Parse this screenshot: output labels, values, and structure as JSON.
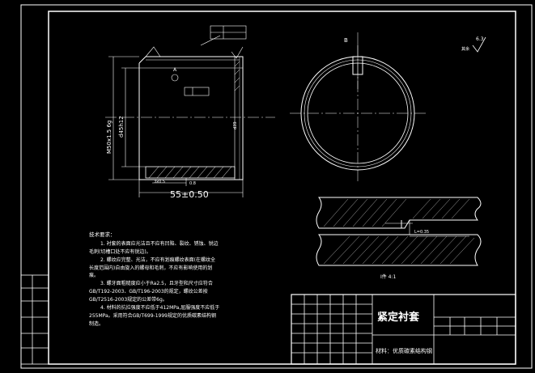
{
  "sheet": {
    "title": "紧定衬套",
    "material": "材料：优质碳素结构钢"
  },
  "tech_requirements": {
    "heading": "技术要求：",
    "lines": [
      "1. 衬套的表面应光洁且不应有凹陷、裂纹、锈蚀、锐边",
      "毛刺(切槽口处不应有锐边)。",
      "2. 螺纹应完整、光洁，不应有划痕螺纹表面(在螺纹全",
      "长度范围内)自由旋入的螺母和毛刺，不应有影响使用的划",
      "痕。",
      "3. 螺牙面粗糙度应小于Ra2.5，且牙型和尺寸应符合",
      "GB/T192-2003、GB/T196-2003的规定，螺纹公差按",
      "GB/T2516-2003规定的公差带6g。",
      "4. 材料的抗拉强度不应低于412MPa,屈服强度不应低于",
      "255MPa。采用符合GB/T699-1999规定的优质碳素结构钢",
      "制造。"
    ]
  },
  "dimensions": {
    "length": "55±0.50",
    "thread": "M50x1.5 6g",
    "diameter": "d45h12",
    "inner": "d39",
    "ref_a": "A",
    "ref_b": "B",
    "chamfer": "0.8",
    "gap": "0.8",
    "roughness": "6.3",
    "cut_len": "3x0.5",
    "sec_len": "L=0.35",
    "detail_label": "I件 4:1"
  },
  "right_note": "其余"
}
